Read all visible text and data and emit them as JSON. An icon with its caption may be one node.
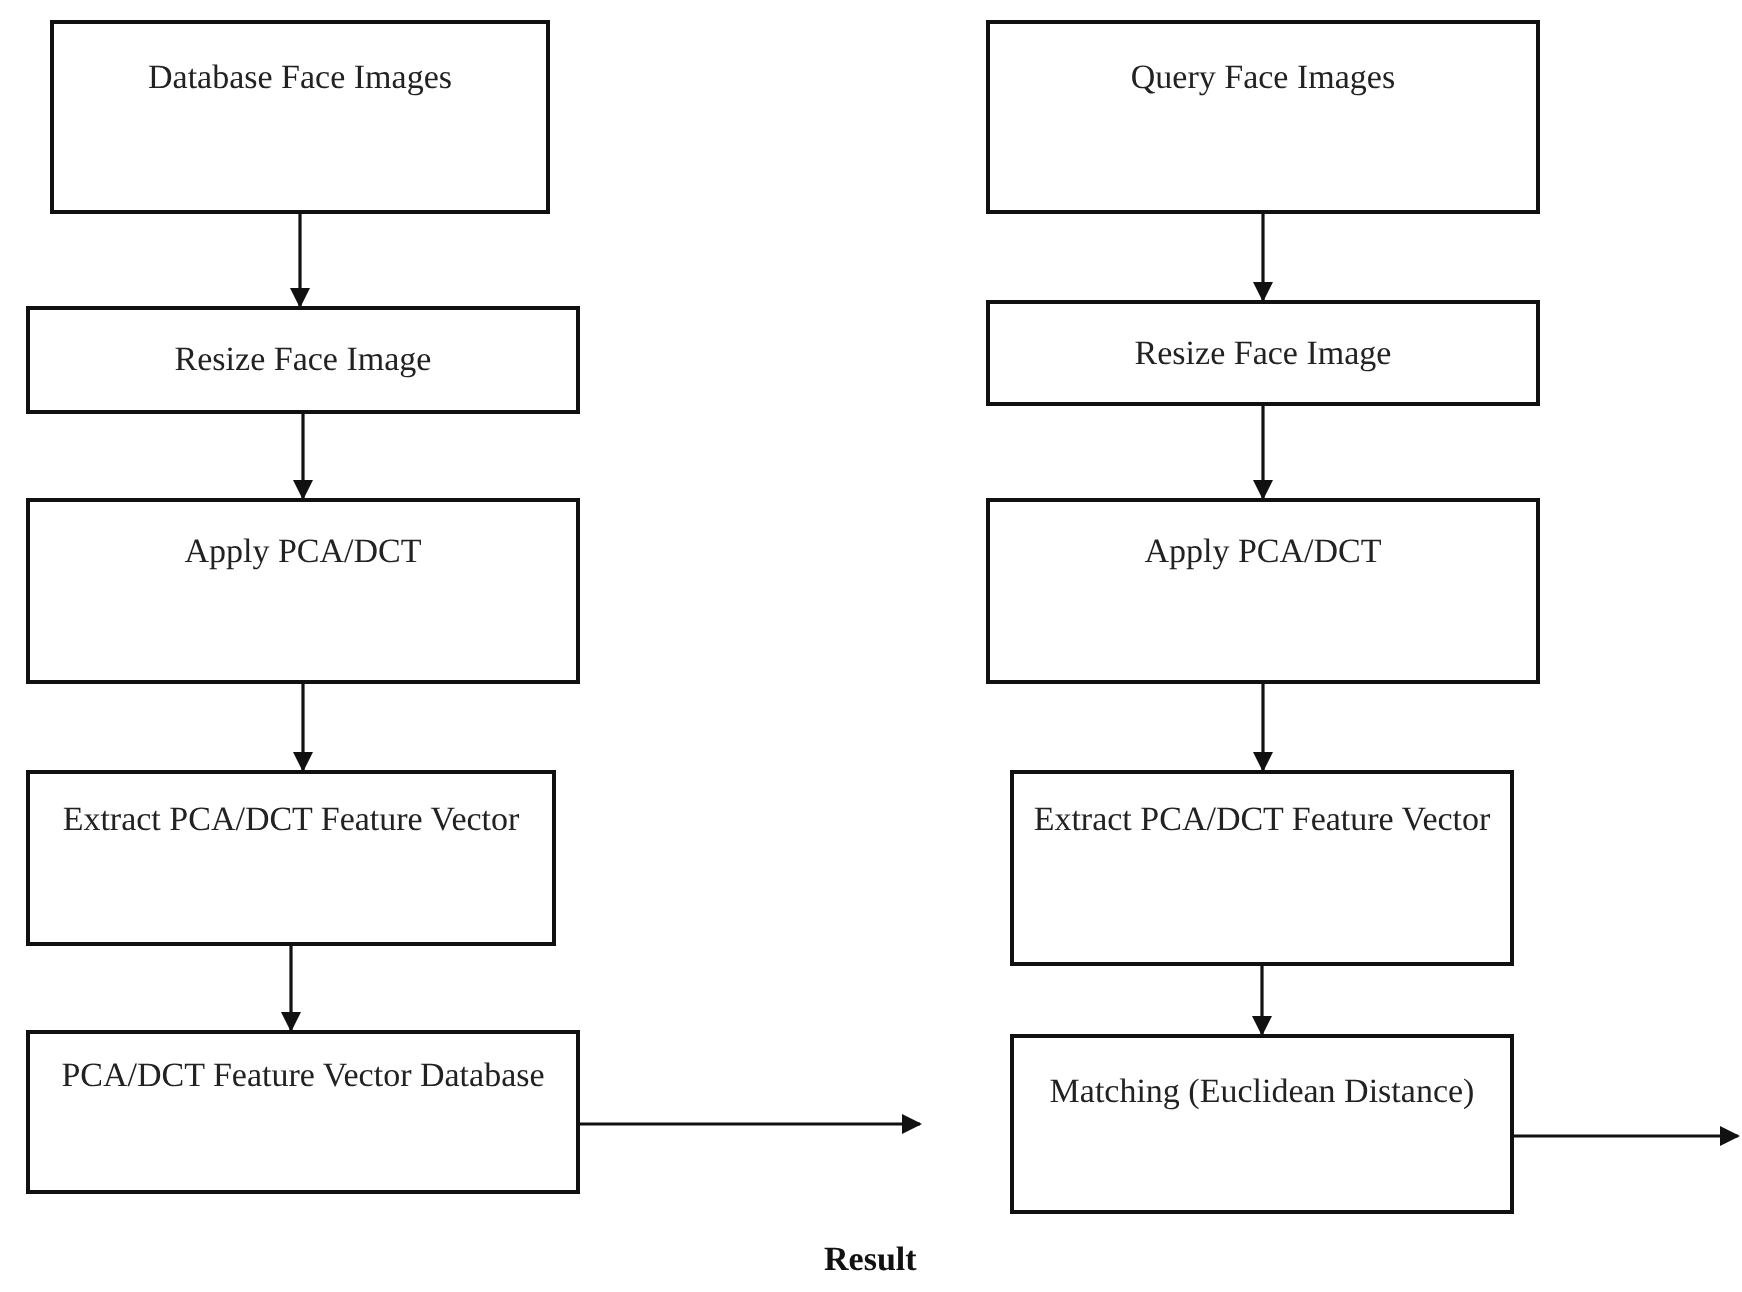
{
  "diagram": {
    "nodes": [
      {
        "text": [
          "Database Face Images"
        ]
      },
      {
        "text": [
          "Resize Face Image"
        ]
      },
      {
        "text": [
          "Apply PCA/DCT"
        ]
      },
      {
        "text": [
          "Extract PCA/DCT Feature Vector"
        ]
      },
      {
        "text": [
          "PCA/DCT Feature Vector Database"
        ]
      },
      {
        "text": [
          "Query Face Images"
        ]
      },
      {
        "text": [
          "Resize Face Image"
        ]
      },
      {
        "text": [
          "Apply PCA/DCT"
        ]
      },
      {
        "text": [
          "Extract PCA/DCT Feature Vector"
        ]
      },
      {
        "text": [
          "Matching (Euclidean Distance)"
        ]
      }
    ],
    "edges": [
      {
        "from": 0,
        "to": 1,
        "arrow": "to"
      },
      {
        "from": 1,
        "to": 2,
        "arrow": "to"
      },
      {
        "from": 2,
        "to": 3,
        "arrow": "to"
      },
      {
        "from": 3,
        "to": 4,
        "arrow": "to"
      },
      {
        "from": 5,
        "to": 6,
        "arrow": "to"
      },
      {
        "from": 6,
        "to": 7,
        "arrow": "to"
      },
      {
        "from": 7,
        "to": 8,
        "arrow": "to"
      },
      {
        "from": 8,
        "to": 9,
        "arrow": "to"
      },
      {
        "from": 4,
        "to": null,
        "arrow": "to"
      },
      {
        "from": 9,
        "to": null,
        "arrow": "to"
      }
    ],
    "labels": [
      "Result"
    ]
  }
}
